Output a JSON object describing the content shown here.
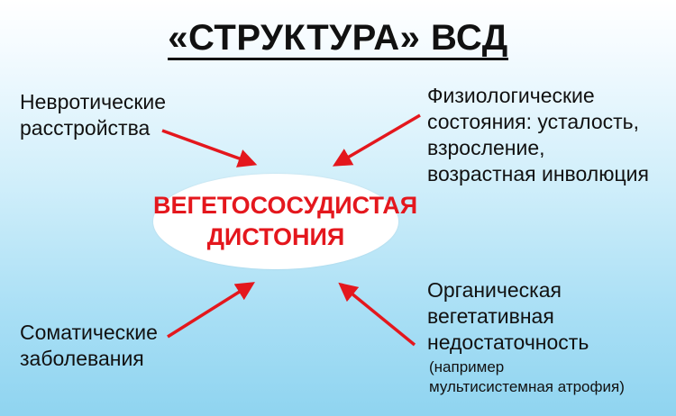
{
  "title": "«СТРУКТУРА» ВСД",
  "center": "ВЕГЕТОСОСУДИСТАЯ\nДИСТОНИЯ",
  "factors": {
    "top_left": "Невротические\nрасстройства",
    "top_right": "Физиологические\nсостояния: усталость,\nвзросление,\nвозрастная инволюция",
    "bottom_left": "Соматические\nзаболевания",
    "bottom_right": "Органическая\nвегетативная\nнедостаточность",
    "bottom_right_note": "(например\nмультисистемная атрофия)"
  },
  "colors": {
    "arrow": "#e4171d",
    "center_text": "#e4171d",
    "text": "#111111",
    "ellipse": "#ffffff"
  }
}
